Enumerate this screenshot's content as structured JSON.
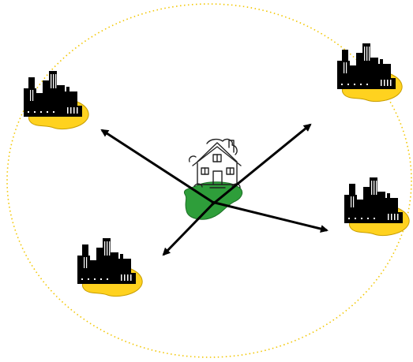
{
  "colors": {
    "boundary": "#f2c600",
    "arrow": "#000000",
    "city_land": "#ffd21f",
    "home_land": "#2e9e3a",
    "buildings": "#000000",
    "windows": "#ffffff",
    "house_line": "#222222"
  },
  "icons": {
    "center": "house-icon",
    "city": "city-skyline-icon"
  },
  "cities": [
    {
      "id": "top-left"
    },
    {
      "id": "top-right"
    },
    {
      "id": "bottom-right"
    },
    {
      "id": "bottom-left"
    }
  ],
  "arrows": [
    {
      "from": "center",
      "to": "top-left"
    },
    {
      "from": "center",
      "to": "top-right"
    },
    {
      "from": "center",
      "to": "bottom-right"
    },
    {
      "from": "center",
      "to": "bottom-left"
    }
  ]
}
